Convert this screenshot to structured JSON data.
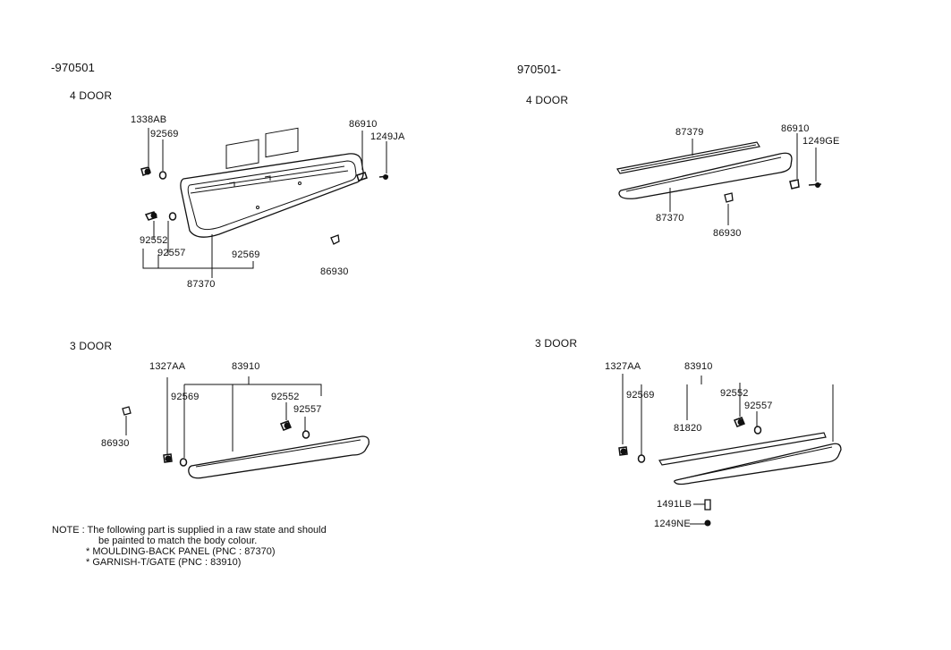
{
  "headers": {
    "left_range": "-970501",
    "right_range": "970501-",
    "left_4door": "4 DOOR",
    "right_4door": "4 DOOR",
    "left_3door": "3 DOOR",
    "right_3door": "3 DOOR"
  },
  "labels": {
    "tl_1338AB": "1338AB",
    "tl_92569a": "92569",
    "tl_86910": "86910",
    "tl_1249JA": "1249JA",
    "tl_92552": "92552",
    "tl_92557": "92557",
    "tl_92569b": "92569",
    "tl_87370": "87370",
    "tl_86930": "86930",
    "tr_87379": "87379",
    "tr_86910": "86910",
    "tr_1249GE": "1249GE",
    "tr_87370": "87370",
    "tr_86930": "86930",
    "bl_1327AA": "1327AA",
    "bl_83910": "83910",
    "bl_92569": "92569",
    "bl_92552": "92552",
    "bl_92557": "92557",
    "bl_86930": "86930",
    "br_1327AA": "1327AA",
    "br_83910": "83910",
    "br_92569": "92569",
    "br_92552": "92552",
    "br_92557": "92557",
    "br_81820": "81820",
    "br_1491LB": "1491LB",
    "br_1249NE": "1249NE"
  },
  "note": {
    "line1": "NOTE : The following part is supplied in a raw state and should",
    "line2": "be painted to match the body colour.",
    "line3": "* MOULDING-BACK PANEL (PNC : 87370)",
    "line4": "* GARNISH-T/GATE (PNC : 83910)"
  }
}
